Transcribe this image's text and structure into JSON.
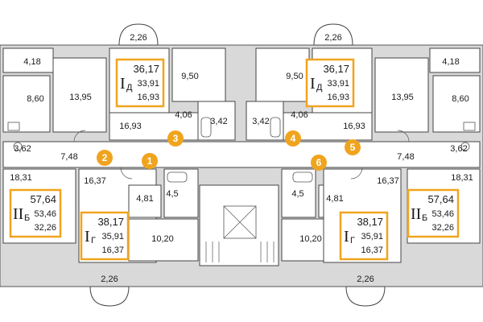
{
  "colors": {
    "accent": "#f0a41e",
    "wall": "#d9d9d9",
    "line": "#444444"
  },
  "markers": [
    "1",
    "2",
    "3",
    "4",
    "5",
    "6"
  ],
  "areas": {
    "balcony_tl": "2,26",
    "balcony_tr": "2,26",
    "balcony_bl": "2,26",
    "balcony_br": "2,26",
    "r418_l": "4,18",
    "r418_r": "4,18",
    "r860_l": "8,60",
    "r860_r": "8,60",
    "r1395_l": "13,95",
    "r1395_r": "13,95",
    "r950_l": "9,50",
    "r950_r": "9,50",
    "r406_l": "4,06",
    "r406_r": "4,06",
    "r342_l": "3,42",
    "r342_r": "3,42",
    "r1693_l": "16,93",
    "r1693_r": "16,93",
    "r362_l": "3,62",
    "r362_r": "3,62",
    "r748_l": "7,48",
    "r748_r": "7,48",
    "r1831_l": "18,31",
    "r1831_r": "18,31",
    "r1637_l": "16,37",
    "r1637_r": "16,37",
    "r481_l": "4,81",
    "r481_r": "4,81",
    "r45_l": "4,5",
    "r45_r": "4,5",
    "r1020_l": "10,20",
    "r1020_r": "10,20"
  },
  "apartments": [
    {
      "type": "I",
      "sub": "Д",
      "total": "36,17",
      "living": "33,91",
      "rooms": "16,93"
    },
    {
      "type": "I",
      "sub": "Д",
      "total": "36,17",
      "living": "33,91",
      "rooms": "16,93"
    },
    {
      "type": "II",
      "sub": "Б",
      "total": "57,64",
      "living": "53,46",
      "rooms": "32,26"
    },
    {
      "type": "II",
      "sub": "Б",
      "total": "57,64",
      "living": "53,46",
      "rooms": "32,26"
    },
    {
      "type": "I",
      "sub": "Г",
      "total": "38,17",
      "living": "35,91",
      "rooms": "16,37"
    },
    {
      "type": "I",
      "sub": "Г",
      "total": "38,17",
      "living": "35,91",
      "rooms": "16,37"
    }
  ]
}
